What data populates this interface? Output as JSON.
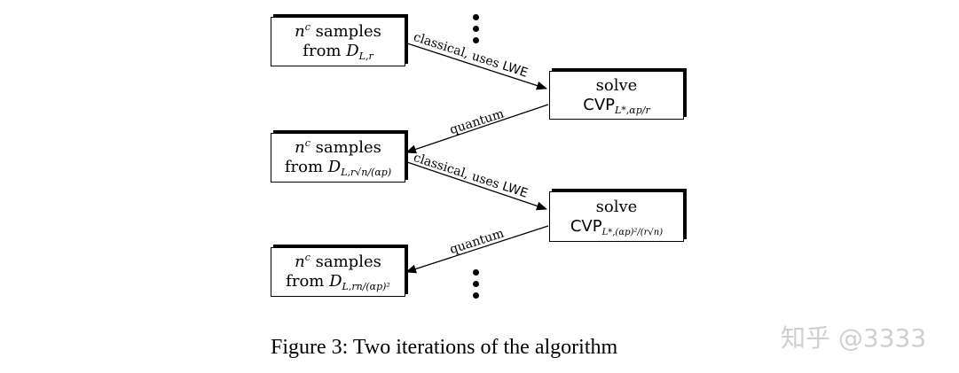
{
  "boxes": {
    "samples1": {
      "line1_var": "n",
      "line1_sup": "c",
      "line1_text": " samples",
      "line2_text": "from ",
      "line2_var": "D",
      "line2_sub": "L,r"
    },
    "solve1": {
      "line1": "solve",
      "cvp": "CVP",
      "cvp_sub": "L*,αp/r"
    },
    "samples2": {
      "line1_var": "n",
      "line1_sup": "c",
      "line1_text": " samples",
      "line2_text": "from ",
      "line2_var": "D",
      "line2_sub": "L,r√n/(αp)"
    },
    "solve2": {
      "line1": "solve",
      "cvp": "CVP",
      "cvp_sub": "L*,(αp)²/(r√n)"
    },
    "samples3": {
      "line1_var": "n",
      "line1_sup": "c",
      "line1_text": " samples",
      "line2_text": "from ",
      "line2_var": "D",
      "line2_sub": "L,rn/(αp)²"
    }
  },
  "edges": {
    "classical1": {
      "text": "classical, uses ",
      "lwe": "LWE"
    },
    "quantum1": {
      "text": "quantum"
    },
    "classical2": {
      "text": "classical, uses ",
      "lwe": "LWE"
    },
    "quantum2": {
      "text": "quantum"
    }
  },
  "caption": "Figure 3: Two iterations of the algorithm",
  "watermark": "知乎 @3333"
}
